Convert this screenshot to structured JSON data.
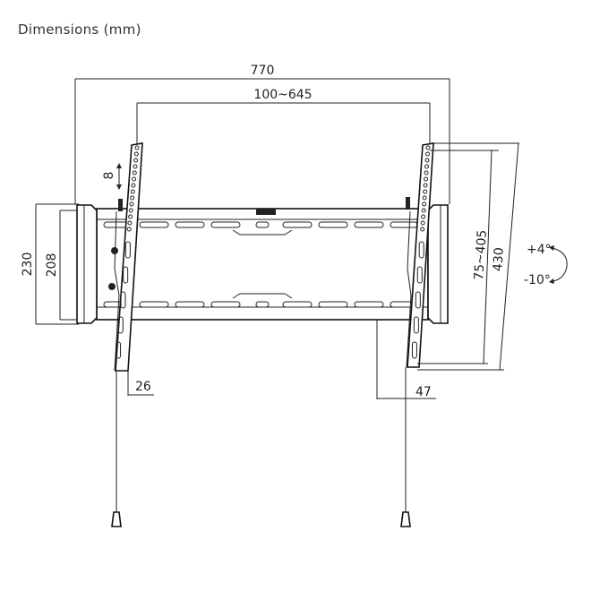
{
  "title": "Dimensions (mm)",
  "dimensions": {
    "overall_width": "770",
    "vesa_horizontal": "100~645",
    "frame_height": "230",
    "rail_height": "208",
    "vesa_vertical": "75~405",
    "bracket_height": "430",
    "height_adjust": "8",
    "wall_depth": "26",
    "max_depth": "47"
  },
  "tilt": {
    "up": "+4°",
    "down": "-10°"
  }
}
